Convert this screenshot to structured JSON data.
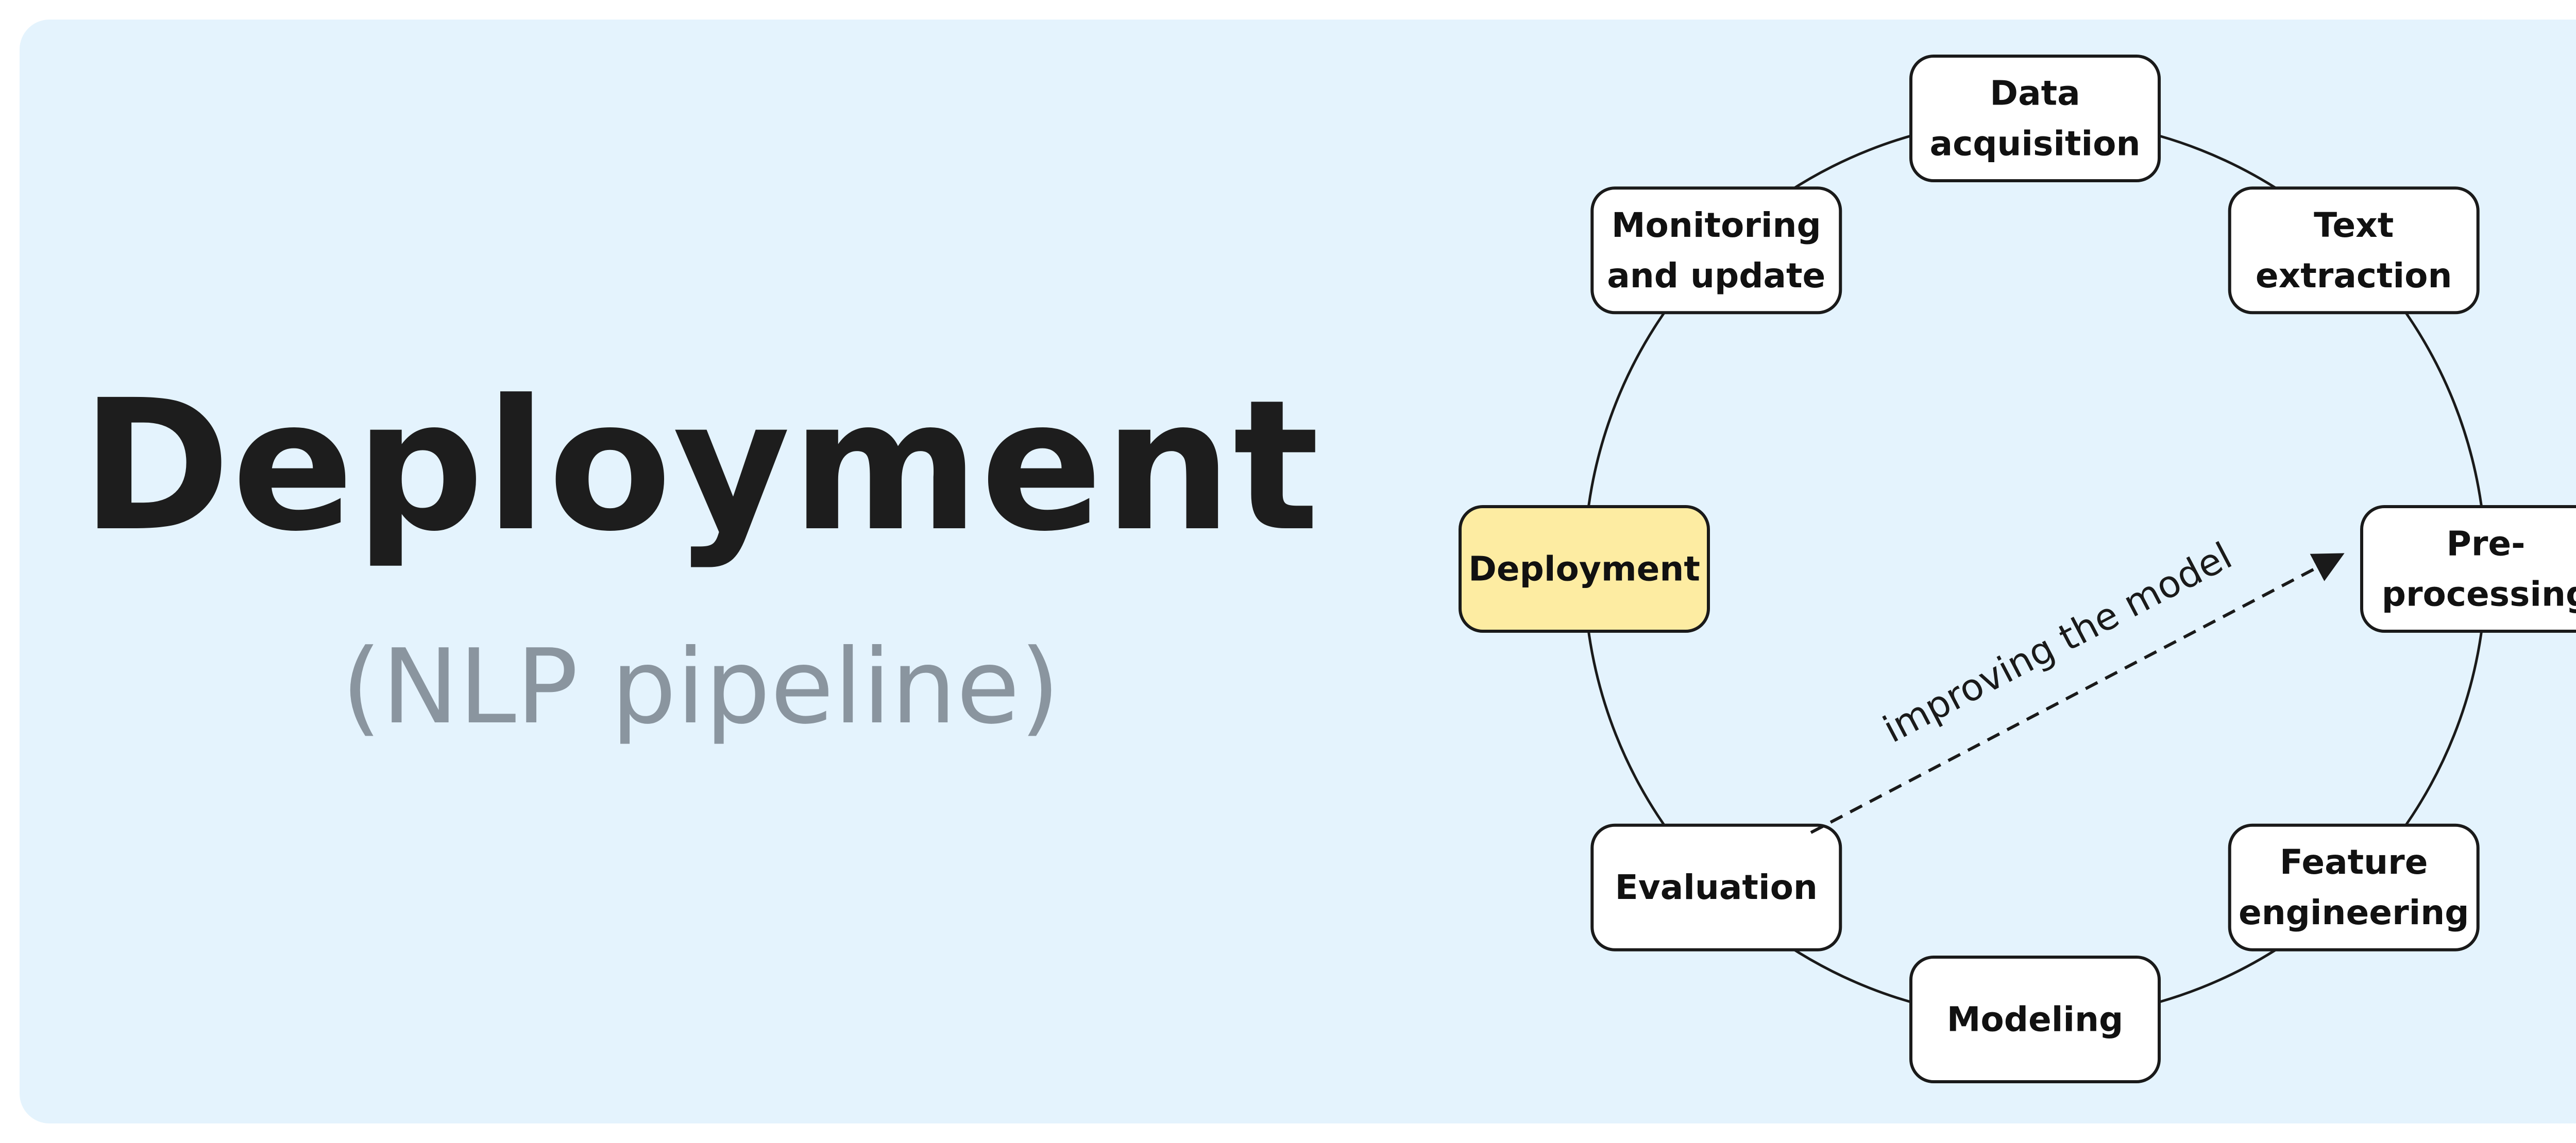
{
  "title": "Deployment",
  "subtitle": "(NLP pipeline)",
  "colors": {
    "background": "#e4f3fd",
    "node_fill": "#ffffff",
    "highlight_fill": "#fdeca2",
    "title_text": "#1d1d1d",
    "subtitle_text": "#8a959f"
  },
  "pipeline": {
    "highlighted_stage": "deployment",
    "stages": [
      {
        "id": "data-acquisition",
        "lines": [
          "Data",
          "acquisition"
        ]
      },
      {
        "id": "text-extraction",
        "lines": [
          "Text",
          "extraction"
        ]
      },
      {
        "id": "pre-processing",
        "lines": [
          "Pre-",
          "processing"
        ]
      },
      {
        "id": "feature-engineering",
        "lines": [
          "Feature",
          "engineering"
        ]
      },
      {
        "id": "modeling",
        "lines": [
          "Modeling"
        ]
      },
      {
        "id": "evaluation",
        "lines": [
          "Evaluation"
        ]
      },
      {
        "id": "deployment",
        "lines": [
          "Deployment"
        ]
      },
      {
        "id": "monitoring-and-update",
        "lines": [
          "Monitoring",
          "and update"
        ]
      }
    ],
    "feedback": {
      "from": "evaluation",
      "to": "pre-processing",
      "label": "improving the model"
    }
  }
}
